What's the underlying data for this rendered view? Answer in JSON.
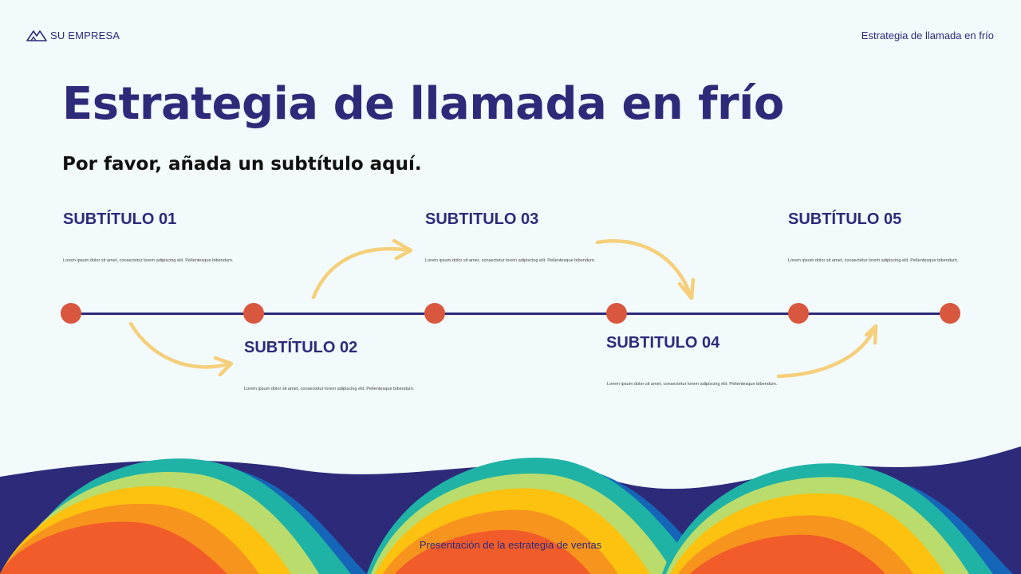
{
  "header": {
    "company": "SU EMPRESA",
    "logo_icon": "mountain-icon",
    "right_title": "Estrategia de llamada en frío"
  },
  "slide": {
    "title": "Estrategia de llamada en frío",
    "subtitle": "Por favor, añada un subtítulo aquí."
  },
  "steps": [
    {
      "title": "SUBTÍTULO 01",
      "text": "Lorem ipsum dolor sit amet, consectetur lorem adipiscing elit. Pellentesque bibendum."
    },
    {
      "title": "SUBTÍTULO 02",
      "text": "Lorem ipsum dolor sit amet, consectetur lorem adipiscing elit. Pellentesque bibendum."
    },
    {
      "title": "SUBTITULO 03",
      "text": "Lorem ipsum dolor sit amet, consectetur lorem adipiscing elit. Pellentesque bibendum."
    },
    {
      "title": "SUBTITULO 04",
      "text": "Lorem ipsum dolor sit amet, consectetur lorem adipiscing elit. Pellentesque bibendum."
    },
    {
      "title": "SUBTÍTULO 05",
      "text": "Lorem ipsum dolor sit amet, consectetur lorem adipiscing elit. Pellentesque bibendum."
    }
  ],
  "footer": {
    "text": "Presentación de la estrategia de ventas"
  },
  "colors": {
    "primary": "#2e2a7a",
    "node": "#d9573e",
    "arrow": "#f5cf7a",
    "background": "#f2fafb",
    "wave_colors": [
      "#e8322a",
      "#f25c2a",
      "#f7941d",
      "#fcc20f",
      "#b9dc6c",
      "#1fb3a6",
      "#1565b8",
      "#2e2a7a"
    ]
  }
}
